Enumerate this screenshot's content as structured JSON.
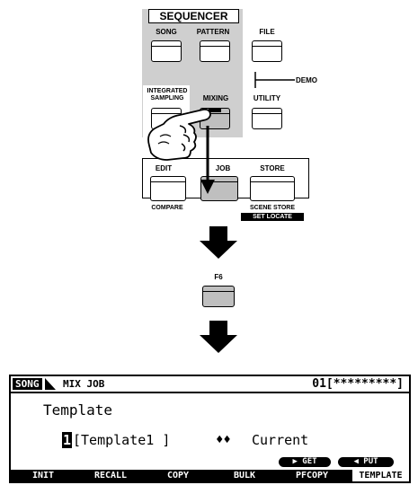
{
  "panel": {
    "section_title": "SEQUENCER",
    "buttons": {
      "song": "SONG",
      "pattern": "PATTERN",
      "file": "FILE",
      "demo": "DEMO",
      "integrated_sampling_line1": "INTEGRATED",
      "integrated_sampling_line2": "SAMPLING",
      "mixing": "MIXING",
      "utility": "UTILITY",
      "edit": "EDIT",
      "job": "JOB",
      "store": "STORE",
      "compare": "COMPARE",
      "scene_store": "SCENE STORE",
      "set_locate": "SET LOCATE",
      "f6": "F6"
    }
  },
  "lcd": {
    "mode_tag": "SONG",
    "screen_title": "MIX JOB",
    "song_slot": "01[*********]",
    "parameter": "Template",
    "template_number": "1",
    "template_name": "[Template1 ]",
    "direction_symbol": "♦♦",
    "target": "Current",
    "get_label": "▶ GET",
    "put_label": "◀ PUT",
    "functions": [
      "INIT",
      "RECALL",
      "COPY",
      "BULK",
      "PFCOPY",
      "TEMPLATE"
    ],
    "selected_function": "TEMPLATE"
  }
}
